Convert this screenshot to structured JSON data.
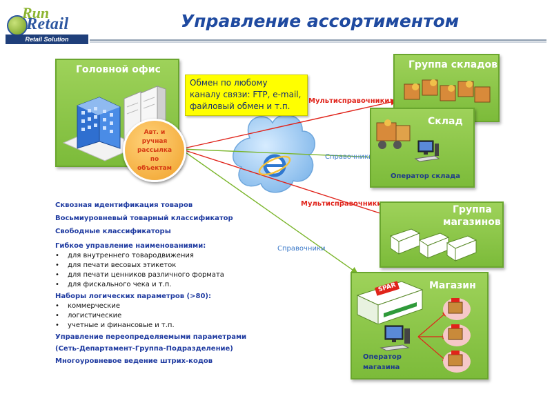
{
  "header": {
    "logo_run": "Run",
    "logo_retail": "Retail",
    "logo_strip": "Retail Solution",
    "title": "Управление ассортиментом"
  },
  "head_office": {
    "title": "Головной офис"
  },
  "exchange_note": {
    "lines": [
      "Обмен по любому",
      "каналу связи: FTP, e-mail,",
      "файловый обмен и т.п."
    ]
  },
  "dispatch": {
    "text": "Авт. и ручная рассылка по объектам"
  },
  "labels": {
    "multi_top": "Мультисправочники",
    "multi_mid": "Мультисправочники",
    "ref_top": "Справочники",
    "ref_bottom": "Справочники"
  },
  "warehouse_group": {
    "title": "Группа складов"
  },
  "warehouse": {
    "title": "Склад",
    "operator": "Оператор склада"
  },
  "store_group": {
    "title_line1": "Группа",
    "title_line2": "магазинов"
  },
  "store": {
    "title": "Магазин",
    "operator_line1": "Оператор",
    "operator_line2": "магазина",
    "brand": "SPAR"
  },
  "features": {
    "l1": "Сквозная идентификация товаров",
    "l2": "Восьмиуровневый товарный классификатор",
    "l3": "Свободные классификаторы",
    "l4": "Гибкое управление наименованиями:",
    "b1": [
      "для внутреннего товародвижения",
      "для печати весовых этикеток",
      "для печати ценников различного формата",
      "для фискального чека  и т.п."
    ],
    "l5": "Наборы логических параметров (>80):",
    "b2": [
      "коммерческие",
      "логистические",
      "учетные и финансовые и т.п."
    ],
    "l6": "Управление переопределяемыми параметрами",
    "l7": "(Сеть-Департамент-Группа-Подразделение)",
    "l8": "Многоуровневое ведение штрих-кодов"
  },
  "colors": {
    "box_green": "#8cc44a",
    "title_blue": "#1f4aa0",
    "note_yellow": "#ffff00",
    "arrow_red": "#e0231a",
    "line_green": "#7ab52a"
  }
}
